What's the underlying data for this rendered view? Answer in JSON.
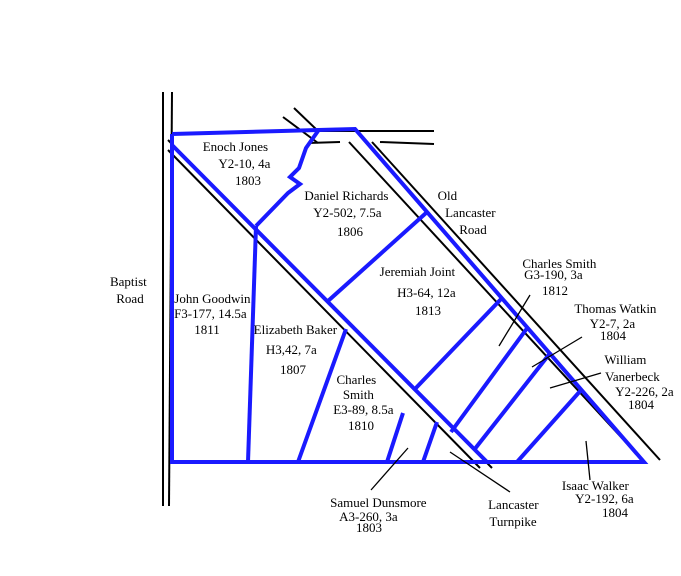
{
  "colors": {
    "boundary": "#1a1aff",
    "road": "#000000",
    "background": "#ffffff"
  },
  "roads": {
    "baptist": [
      "Baptist",
      "Road"
    ],
    "old_lancaster": [
      "Old",
      "Lancaster",
      "Road"
    ],
    "lancaster_turnpike": [
      "Lancaster",
      "Turnpike"
    ]
  },
  "parcels": {
    "enoch_jones": [
      "Enoch Jones",
      "Y2-10, 4a",
      "1803"
    ],
    "daniel_richards": [
      "Daniel Richards",
      "Y2-502, 7.5a",
      "1806"
    ],
    "jeremiah_joint": [
      "Jeremiah Joint",
      "H3-64, 12a",
      "1813"
    ],
    "charles_smith_1812": [
      "Charles Smith",
      "G3-190, 3a",
      "1812"
    ],
    "thomas_watkin": [
      "Thomas Watkin",
      "Y2-7, 2a",
      "1804"
    ],
    "william_vanerbeck": [
      "William",
      "Vanerbeck",
      "Y2-226, 2a",
      "1804"
    ],
    "john_goodwin": [
      "John Goodwin",
      "F3-177, 14.5a",
      "1811"
    ],
    "elizabeth_baker": [
      "Elizabeth Baker",
      "H3,42, 7a",
      "1807"
    ],
    "charles_smith_1810": [
      "Charles",
      "Smith",
      "E3-89, 8.5a",
      "1810"
    ],
    "samuel_dunsmore": [
      "Samuel Dunsmore",
      "A3-260, 3a",
      "1803"
    ],
    "isaac_walker": [
      "Isaac Walker",
      "Y2-192, 6a",
      "1804"
    ]
  }
}
